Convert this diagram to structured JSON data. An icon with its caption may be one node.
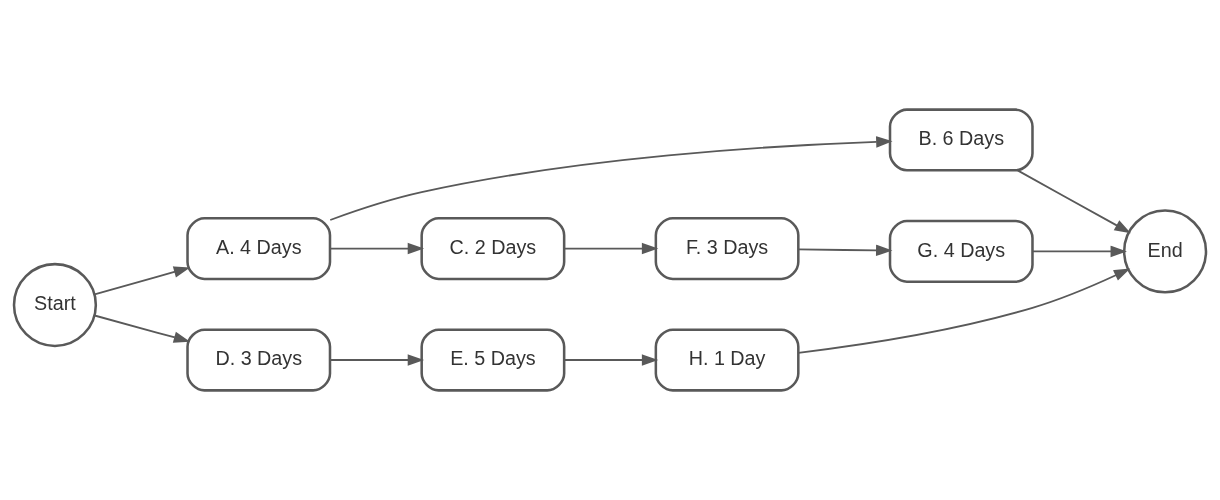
{
  "diagram": {
    "nodes": [
      {
        "text": [
          "Start"
        ]
      },
      {
        "text": [
          "A. 4 Days"
        ]
      },
      {
        "text": [
          "B. 6 Days"
        ]
      },
      {
        "text": [
          "C. 2 Days"
        ]
      },
      {
        "text": [
          "D. 3 Days"
        ]
      },
      {
        "text": [
          "E. 5 Days"
        ]
      },
      {
        "text": [
          "F. 3 Days"
        ]
      },
      {
        "text": [
          "G. 4 Days"
        ]
      },
      {
        "text": [
          "H. 1 Day"
        ]
      },
      {
        "text": [
          "End"
        ]
      }
    ],
    "edges": [
      {
        "from": 0,
        "to": 1,
        "arrow": "to"
      },
      {
        "from": 0,
        "to": 4,
        "arrow": "to"
      },
      {
        "from": 1,
        "to": 3,
        "arrow": "to"
      },
      {
        "from": 1,
        "to": 2,
        "arrow": "to"
      },
      {
        "from": 3,
        "to": 6,
        "arrow": "to"
      },
      {
        "from": 6,
        "to": 7,
        "arrow": "to"
      },
      {
        "from": 7,
        "to": 9,
        "arrow": "to"
      },
      {
        "from": 2,
        "to": 9,
        "arrow": "to"
      },
      {
        "from": 4,
        "to": 5,
        "arrow": "to"
      },
      {
        "from": 5,
        "to": 8,
        "arrow": "to"
      },
      {
        "from": 8,
        "to": 9,
        "arrow": "to"
      }
    ]
  }
}
